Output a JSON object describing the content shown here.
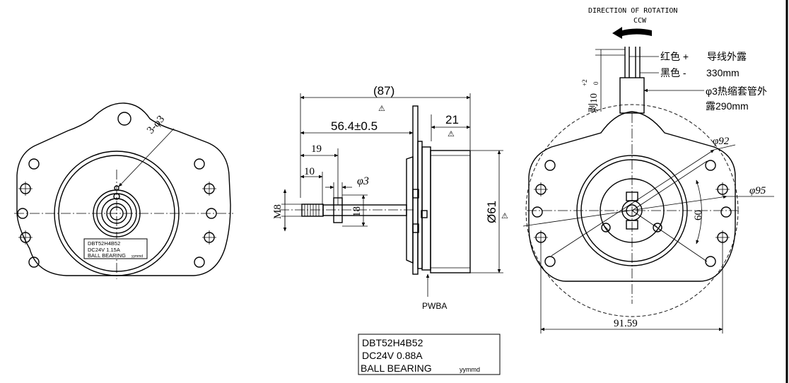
{
  "rotation": {
    "title": "DIRECTION OF ROTATION",
    "direction": "CCW"
  },
  "wires": {
    "red_label": "红色 +",
    "black_label": "黑色 -",
    "exposed_label": "导线外露",
    "exposed_length": "330mm",
    "sleeve_line1": "φ3热缩套管外",
    "sleeve_line2": "露290mm",
    "strip_label": "剥10",
    "strip_tol_upper": "+2",
    "strip_tol_lower": "0"
  },
  "front_view": {
    "holes_callout": "3-φ3",
    "label": {
      "line1": "DBT52H4B52",
      "line2": "DC24V  1.15A",
      "line3": "BALL BEARING",
      "date_code": "yymmd"
    }
  },
  "side_view": {
    "overall_length": "(87)",
    "shaft_to_flange": "56.4±0.5",
    "body_length": "21",
    "dim_19": "19",
    "dim_10": "10",
    "pin_dia": "φ3",
    "thread": "M8",
    "hub_dia": "18",
    "body_dia": "Ø61",
    "pcb_label": "PWBA"
  },
  "rear_view": {
    "pcd_92": "φ92",
    "pcd_95": "φ95",
    "dim_60": "60",
    "width": "91.59"
  },
  "nameplate": {
    "line1": "DBT52H4B52",
    "line2": "DC24V  0.88A",
    "line3": "BALL BEARING",
    "date_code": "yymmd"
  },
  "symbols": {
    "inspection": "⚠"
  }
}
